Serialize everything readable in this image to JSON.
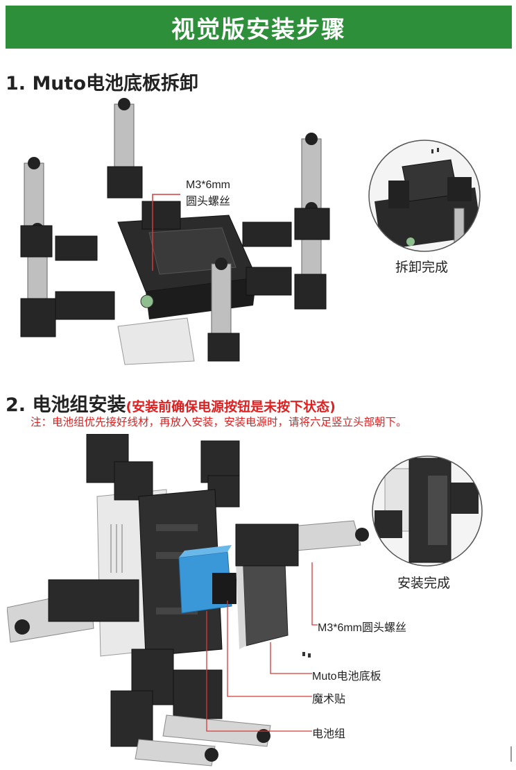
{
  "banner": {
    "title": "视觉版安装步骤"
  },
  "step1": {
    "heading": "1. Muto电池底板拆卸",
    "screw_label_line1": "M3*6mm",
    "screw_label_line2": "圆头螺丝",
    "done_caption": "拆卸完成"
  },
  "step2": {
    "heading": "2. 电池组安装",
    "heading_warning": "(安装前确保电源按钮是未按下状态)",
    "note": "注：电池组优先接好线材，再放入安装，安装电源时，请将六足竖立头部朝下。",
    "labels": {
      "screw": "M3*6mm圆头螺丝",
      "base_plate": "Muto电池底板",
      "velcro": "魔术贴",
      "battery": "电池组"
    },
    "done_caption": "安装完成"
  },
  "colors": {
    "banner_green": "#2e8f3b",
    "warning_red": "#e02020",
    "callout_red": "#d63a3a",
    "battery_blue": "#3a98d8"
  }
}
